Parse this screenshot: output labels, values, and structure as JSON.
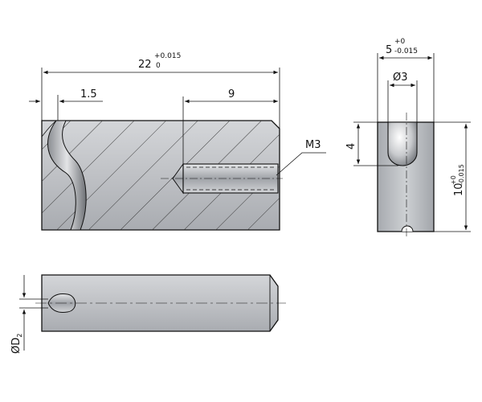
{
  "colors": {
    "steel_light": "#c9cbcf",
    "steel_mid": "#a5a8ad",
    "steel_dark": "#6d7075",
    "hatch": "#2a2a2a",
    "line": "#111111"
  },
  "dimensions": {
    "length_main": "22",
    "length_tol_upper": "+0.015",
    "length_tol_lower": "0",
    "offset_left": "1.5",
    "thread_depth": "9",
    "thread_label": "M3",
    "width_main": "5",
    "width_tol_upper": "+0",
    "width_tol_lower": "-0.015",
    "hole_dia": "Ø3",
    "slot_height": "4",
    "height_main": "10",
    "height_tol_upper": "+0",
    "height_tol_lower": "-0.015",
    "pin_dia_symbol": "Ø",
    "pin_dia_letter": "D",
    "pin_dia_sub": "2"
  }
}
